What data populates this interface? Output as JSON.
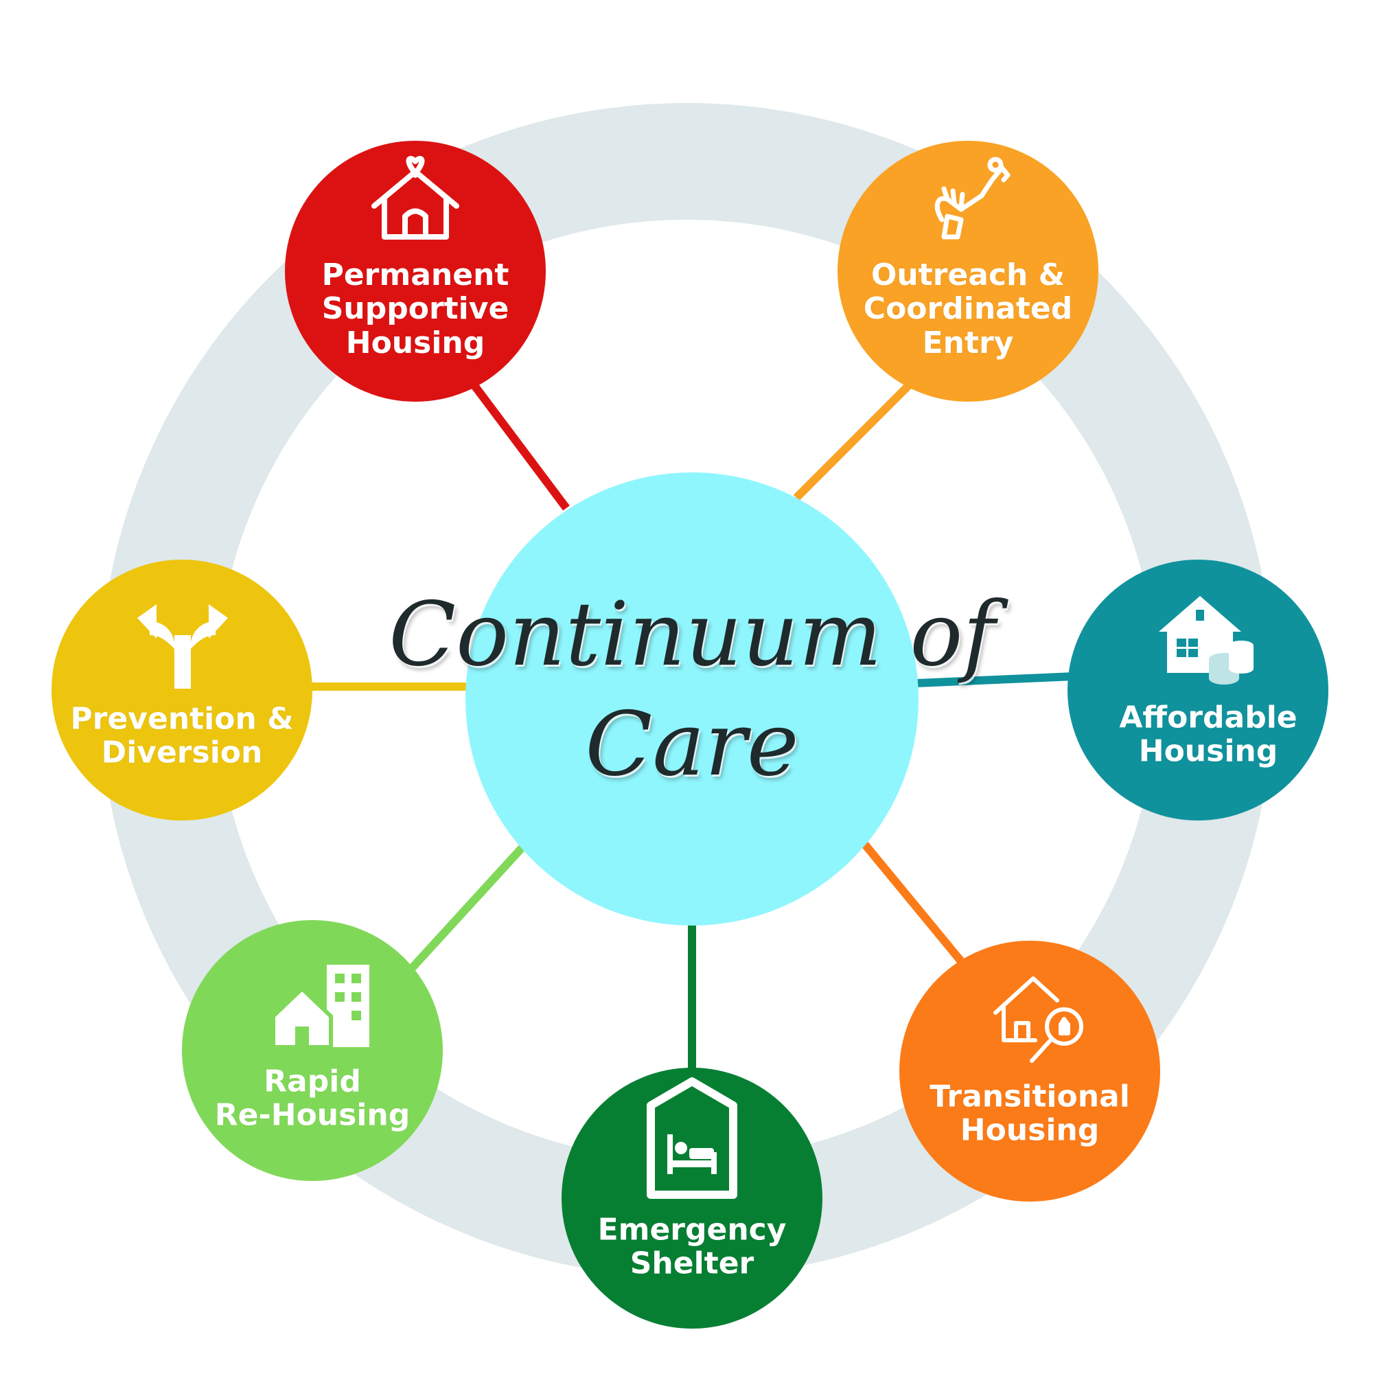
{
  "diagram": {
    "center": {
      "title": "Continuum of\nCare",
      "color": "#8ff6fd"
    },
    "ring_color": "#dfe8ea",
    "nodes": [
      {
        "key": "psh",
        "label": "Permanent\nSupportive\nHousing",
        "color": "#dc1212",
        "icon": "house-heart-icon"
      },
      {
        "key": "outreach",
        "label": "Outreach &\nCoordinated\nEntry",
        "color": "#f9a225",
        "icon": "helping-hand-icon"
      },
      {
        "key": "affordable",
        "label": "Affordable\nHousing",
        "color": "#10929d",
        "icon": "house-coins-icon"
      },
      {
        "key": "transitional",
        "label": "Transitional\nHousing",
        "color": "#fb7b18",
        "icon": "house-search-icon"
      },
      {
        "key": "emergency",
        "label": "Emergency\nShelter",
        "color": "#077f33",
        "icon": "bed-house-icon"
      },
      {
        "key": "rapid",
        "label": "Rapid\nRe-Housing",
        "color": "#80d858",
        "icon": "buildings-icon"
      },
      {
        "key": "prevention",
        "label": "Prevention &\nDiversion",
        "color": "#edc50f",
        "icon": "split-arrow-icon"
      }
    ]
  }
}
